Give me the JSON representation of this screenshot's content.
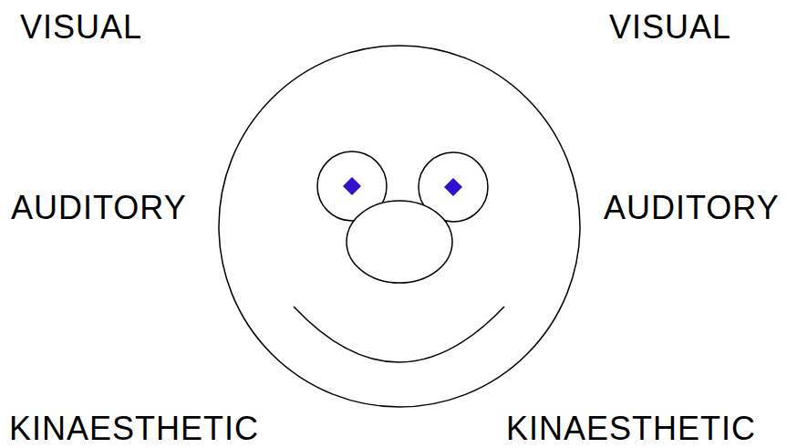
{
  "diagram": {
    "labels": [
      "VISUAL",
      "VISUAL",
      "AUDITORY",
      "AUDITORY",
      "KINAESTHETIC",
      "KINAESTHETIC"
    ]
  }
}
